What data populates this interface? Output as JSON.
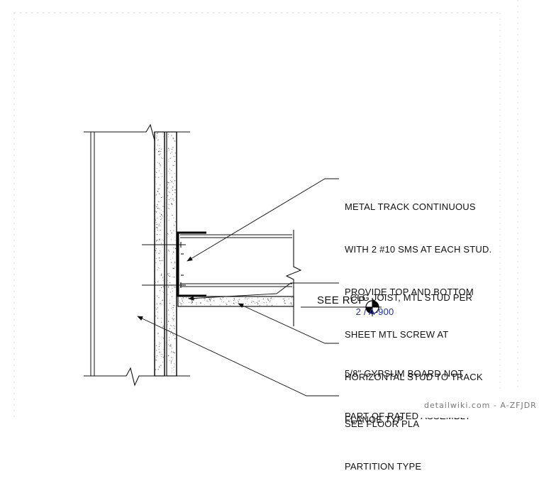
{
  "notes": {
    "metal_track": [
      "METAL TRACK CONTINUOUS",
      "WITH 2 #10 SMS AT EACH STUD.",
      "PROVIDE TOP AND BOTTOM",
      "SHEET MTL SCREW AT",
      "HORIZONTAL STUD TO TRACK",
      "FLANGE TYP"
    ],
    "clg_joist": "CLG JOIST, MTL STUD PER",
    "clg_joist_ref": "2 / A-900",
    "see_rcp": "SEE RCP",
    "gypsum": [
      "5/8\" GYPSUM BOARD NOT",
      "PART OF RATED ASSEMBLY"
    ],
    "floor_plan": [
      "SEE FLOOR PLA",
      "PARTITION TYPE"
    ]
  },
  "watermark": "detailwiki.com - A-ZFJDR",
  "colors": {
    "linework": "#111111",
    "reference_link": "#1c2cc4",
    "watermark": "#777777"
  }
}
